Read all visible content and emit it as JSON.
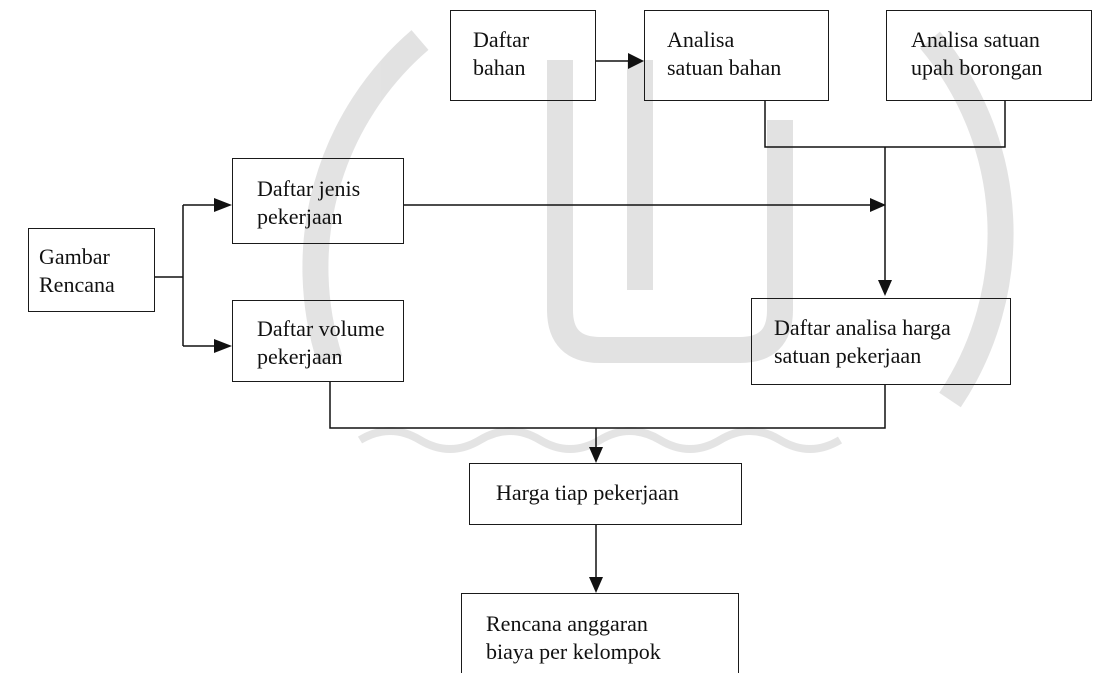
{
  "nodes": {
    "daftar_bahan": "Daftar\nbahan",
    "analisa_satuan_bahan": "Analisa\nsatuan bahan",
    "analisa_satuan_upah": "Analisa satuan\nupah borongan",
    "daftar_jenis_pekerjaan": "Daftar jenis\npekerjaan",
    "gambar_rencana": "Gambar\nRencana",
    "daftar_volume_pekerjaan": "Daftar volume\npekerjaan",
    "daftar_analisa_harga": "Daftar analisa harga\nsatuan pekerjaan",
    "harga_tiap_pekerjaan": "Harga tiap pekerjaan",
    "rencana_anggaran": "Rencana anggaran\nbiaya per kelompok"
  },
  "colors": {
    "line": "#111111",
    "box_border": "#1a1a1a",
    "watermark": "#d9d9d9"
  }
}
